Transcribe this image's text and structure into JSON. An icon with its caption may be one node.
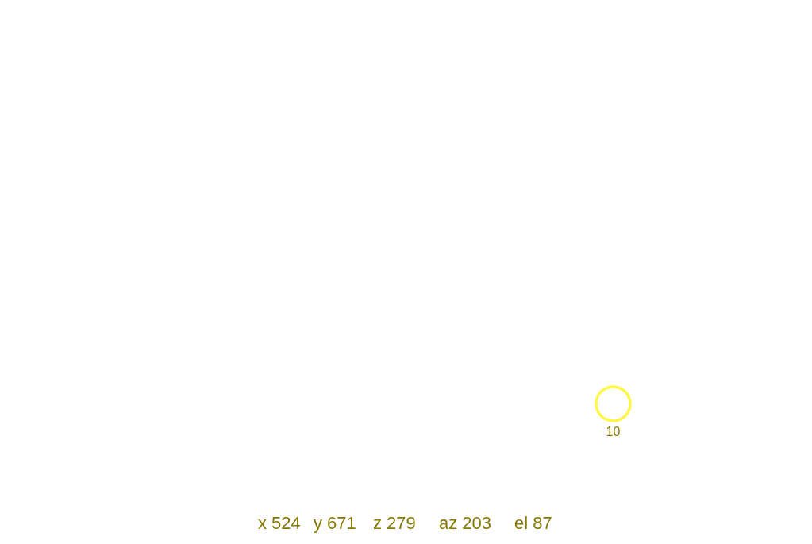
{
  "diagram": {
    "nodes": [
      {
        "text": [],
        "shape": "circle",
        "beside": [
          "10"
        ]
      }
    ],
    "edges": [],
    "labels": [
      "x 524",
      "y 671",
      "z 279",
      "az 203",
      "el 87"
    ]
  }
}
